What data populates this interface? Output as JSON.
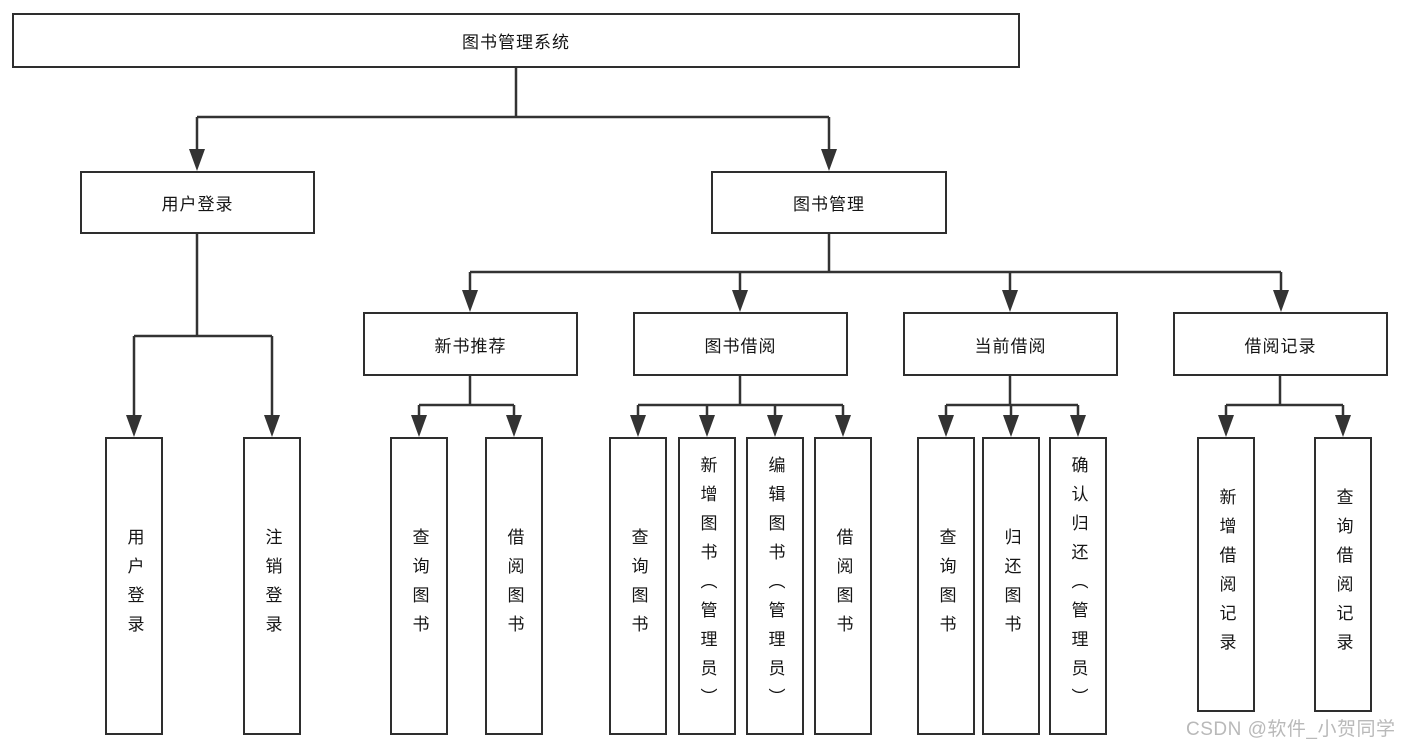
{
  "diagram": {
    "root": {
      "label": "图书管理系统",
      "children": [
        {
          "label": "用户登录",
          "children": [
            {
              "label": "用户登录"
            },
            {
              "label": "注销登录"
            }
          ]
        },
        {
          "label": "图书管理",
          "children": [
            {
              "label": "新书推荐",
              "children": [
                {
                  "label": "查询图书"
                },
                {
                  "label": "借阅图书"
                }
              ]
            },
            {
              "label": "图书借阅",
              "children": [
                {
                  "label": "查询图书"
                },
                {
                  "label": "新增图书（管理员）"
                },
                {
                  "label": "编辑图书（管理员）"
                },
                {
                  "label": "借阅图书"
                }
              ]
            },
            {
              "label": "当前借阅",
              "children": [
                {
                  "label": "查询图书"
                },
                {
                  "label": "归还图书"
                },
                {
                  "label": "确认归还（管理员）"
                }
              ]
            },
            {
              "label": "借阅记录",
              "children": [
                {
                  "label": "新增借阅记录"
                },
                {
                  "label": "查询借阅记录"
                }
              ]
            }
          ]
        }
      ]
    },
    "watermark": "CSDN @软件_小贺同学",
    "colors": {
      "line": "#333333",
      "box_border": "#2e2e2e",
      "text": "#151515",
      "watermark": "#b9b9b9"
    }
  }
}
